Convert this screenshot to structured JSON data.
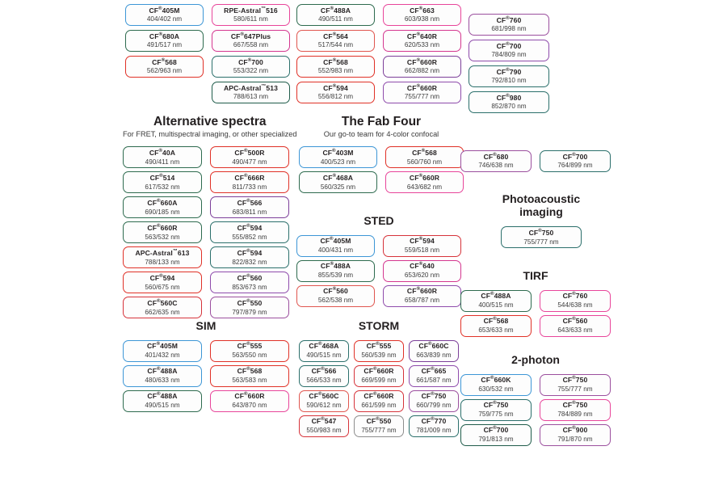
{
  "palette": {
    "blue": "#3d96d6",
    "green": "#2e6b4f",
    "darkgreen": "#1f5c4a",
    "teal": "#2b6f6b",
    "red": "#e03127",
    "crimson": "#d6333a",
    "pink": "#e8459a",
    "magenta": "#d4368f",
    "purple": "#7c3f99",
    "violet": "#8e4bab",
    "plum": "#9b4f9e",
    "salmon": "#e0564f",
    "grey": "#8d8d8d"
  },
  "groups": [
    {
      "id": "top-left",
      "title": "",
      "subtitle": "",
      "columns": [
        {
          "chips": [
            {
              "name": "CF",
              "sup": "®",
              "suffix": "405M",
              "spectra": "404/402 nm",
              "color": "blue"
            },
            {
              "name": "CF",
              "sup": "®",
              "suffix": "680A",
              "spectra": "491/517 nm",
              "color": "green"
            },
            {
              "name": "CF",
              "sup": "®",
              "suffix": "568",
              "spectra": "562/963 nm",
              "color": "red"
            }
          ]
        },
        {
          "chips": [
            {
              "name": "RPE-Astral",
              "sup": "™",
              "suffix": "516",
              "spectra": "580/611 nm",
              "color": "pink"
            },
            {
              "name": "CF",
              "sup": "®",
              "suffix": "647Plus",
              "spectra": "667/558 nm",
              "color": "magenta"
            },
            {
              "name": "CF",
              "sup": "®",
              "suffix": "700",
              "spectra": "553/322 nm",
              "color": "teal"
            },
            {
              "name": "APC-Astral",
              "sup": "™",
              "suffix": "513",
              "spectra": "788/613 nm",
              "color": "darkgreen"
            }
          ]
        }
      ]
    },
    {
      "id": "top-mid",
      "title": "",
      "subtitle": "",
      "columns": [
        {
          "chips": [
            {
              "name": "CF",
              "sup": "®",
              "suffix": "488A",
              "spectra": "490/511 nm",
              "color": "green"
            },
            {
              "name": "CF",
              "sup": "®",
              "suffix": "564",
              "spectra": "517/544 nm",
              "color": "salmon"
            },
            {
              "name": "CF",
              "sup": "®",
              "suffix": "568",
              "spectra": "552/983 nm",
              "color": "red"
            },
            {
              "name": "CF",
              "sup": "®",
              "suffix": "594",
              "spectra": "556/812 nm",
              "color": "red"
            }
          ]
        },
        {
          "chips": [
            {
              "name": "CF",
              "sup": "®",
              "suffix": "663",
              "spectra": "603/938 nm",
              "color": "pink"
            },
            {
              "name": "CF",
              "sup": "®",
              "suffix": "640R",
              "spectra": "620/533 nm",
              "color": "magenta"
            },
            {
              "name": "CF",
              "sup": "®",
              "suffix": "660R",
              "spectra": "662/882 nm",
              "color": "purple"
            },
            {
              "name": "CF",
              "sup": "®",
              "suffix": "660R",
              "spectra": "755/777 nm",
              "color": "violet"
            }
          ]
        }
      ]
    },
    {
      "id": "top-right",
      "title": "",
      "subtitle": "",
      "columns": [
        {
          "chips": [
            {
              "name": "CF",
              "sup": "®",
              "suffix": "760",
              "spectra": "681/998 nm",
              "color": "plum"
            },
            {
              "name": "CF",
              "sup": "®",
              "suffix": "700",
              "spectra": "784/809 nm",
              "color": "violet"
            },
            {
              "name": "CF",
              "sup": "®",
              "suffix": "790",
              "spectra": "792/810 nm",
              "color": "teal"
            },
            {
              "name": "CF",
              "sup": "®",
              "suffix": "980",
              "spectra": "852/870 nm",
              "color": "teal"
            }
          ]
        }
      ]
    },
    {
      "id": "alternative-spectra",
      "title": "Alternative spectra",
      "subtitle": "For FRET, multispectral imaging, or other specialized",
      "columns": [
        {
          "chips": [
            {
              "name": "CF",
              "sup": "®",
              "suffix": "40A",
              "spectra": "490/411 nm",
              "color": "green"
            },
            {
              "name": "CF",
              "sup": "®",
              "suffix": "514",
              "spectra": "617/532 nm",
              "color": "green"
            },
            {
              "name": "CF",
              "sup": "®",
              "suffix": "660A",
              "spectra": "690/185 nm",
              "color": "green"
            },
            {
              "name": "CF",
              "sup": "®",
              "suffix": "660R",
              "spectra": "563/532 nm",
              "color": "green"
            },
            {
              "name": "APC-Astral",
              "sup": "™",
              "suffix": "613",
              "spectra": "788/133 nm",
              "color": "red"
            },
            {
              "name": "CF",
              "sup": "®",
              "suffix": "594",
              "spectra": "560/675 nm",
              "color": "red"
            },
            {
              "name": "CF",
              "sup": "®",
              "suffix": "560C",
              "spectra": "662/635 nm",
              "color": "crimson"
            }
          ]
        },
        {
          "chips": [
            {
              "name": "CF",
              "sup": "®",
              "suffix": "500R",
              "spectra": "490/477 nm",
              "color": "red"
            },
            {
              "name": "CF",
              "sup": "®",
              "suffix": "666R",
              "spectra": "811/733 nm",
              "color": "red"
            },
            {
              "name": "CF",
              "sup": "®",
              "suffix": "566",
              "spectra": "683/811 nm",
              "color": "purple"
            },
            {
              "name": "CF",
              "sup": "®",
              "suffix": "594",
              "spectra": "555/852 nm",
              "color": "teal"
            },
            {
              "name": "CF",
              "sup": "®",
              "suffix": "594",
              "spectra": "822/832 nm",
              "color": "teal"
            },
            {
              "name": "CF",
              "sup": "®",
              "suffix": "560",
              "spectra": "853/673 nm",
              "color": "violet"
            },
            {
              "name": "CF",
              "sup": "®",
              "suffix": "550",
              "spectra": "797/879 nm",
              "color": "plum"
            }
          ]
        }
      ]
    },
    {
      "id": "fab-four",
      "title": "The Fab Four",
      "subtitle": "Our go-to team for 4-color confocal",
      "columns": [
        {
          "chips": [
            {
              "name": "CF",
              "sup": "®",
              "suffix": "403M",
              "spectra": "400/523 nm",
              "color": "blue"
            },
            {
              "name": "CF",
              "sup": "®",
              "suffix": "468A",
              "spectra": "560/325 nm",
              "color": "green"
            }
          ]
        },
        {
          "chips": [
            {
              "name": "CF",
              "sup": "®",
              "suffix": "568",
              "spectra": "560/760 nm",
              "color": "red"
            },
            {
              "name": "CF",
              "sup": "®",
              "suffix": "660R",
              "spectra": "643/682 nm",
              "color": "pink"
            }
          ]
        }
      ]
    },
    {
      "id": "sted",
      "title": "STED",
      "subtitle": "",
      "columns": [
        {
          "chips": [
            {
              "name": "CF",
              "sup": "®",
              "suffix": "405M",
              "spectra": "400/431 nm",
              "color": "blue"
            },
            {
              "name": "CF",
              "sup": "®",
              "suffix": "488A",
              "spectra": "855/539 nm",
              "color": "green"
            },
            {
              "name": "CF",
              "sup": "®",
              "suffix": "560",
              "spectra": "562/538 nm",
              "color": "salmon"
            }
          ]
        },
        {
          "chips": [
            {
              "name": "CF",
              "sup": "®",
              "suffix": "594",
              "spectra": "559/518 nm",
              "color": "crimson"
            },
            {
              "name": "CF",
              "sup": "®",
              "suffix": "640",
              "spectra": "653/620 nm",
              "color": "magenta"
            },
            {
              "name": "CF",
              "sup": "®",
              "suffix": "660R",
              "spectra": "658/787 nm",
              "color": "violet"
            }
          ]
        }
      ]
    },
    {
      "id": "photoacoustic",
      "title": "Photoacoustic imaging",
      "subtitle": "",
      "columns": [
        {
          "chips": [
            {
              "name": "CF",
              "sup": "®",
              "suffix": "750",
              "spectra": "755/777 nm",
              "color": "teal"
            }
          ]
        }
      ]
    },
    {
      "id": "pa-top-row",
      "title": "",
      "subtitle": "",
      "columns": [
        {
          "chips": [
            {
              "name": "CF",
              "sup": "®",
              "suffix": "680",
              "spectra": "746/638 nm",
              "color": "plum"
            }
          ]
        },
        {
          "chips": [
            {
              "name": "CF",
              "sup": "®",
              "suffix": "700",
              "spectra": "764/899 nm",
              "color": "teal"
            }
          ]
        }
      ]
    },
    {
      "id": "tirf",
      "title": "TIRF",
      "subtitle": "",
      "columns": [
        {
          "chips": [
            {
              "name": "CF",
              "sup": "®",
              "suffix": "488A",
              "spectra": "400/515 nm",
              "color": "green"
            },
            {
              "name": "CF",
              "sup": "®",
              "suffix": "568",
              "spectra": "653/633 nm",
              "color": "red"
            }
          ]
        },
        {
          "chips": [
            {
              "name": "CF",
              "sup": "®",
              "suffix": "760",
              "spectra": "544/638 nm",
              "color": "pink"
            },
            {
              "name": "CF",
              "sup": "®",
              "suffix": "560",
              "spectra": "643/633 nm",
              "color": "pink"
            }
          ]
        }
      ]
    },
    {
      "id": "sim",
      "title": "SIM",
      "subtitle": "",
      "columns": [
        {
          "chips": [
            {
              "name": "CF",
              "sup": "®",
              "suffix": "405M",
              "spectra": "401/432 nm",
              "color": "blue"
            },
            {
              "name": "CF",
              "sup": "®",
              "suffix": "488A",
              "spectra": "480/633 nm",
              "color": "blue"
            },
            {
              "name": "CF",
              "sup": "®",
              "suffix": "488A",
              "spectra": "490/515 nm",
              "color": "green"
            }
          ]
        },
        {
          "chips": [
            {
              "name": "CF",
              "sup": "®",
              "suffix": "555",
              "spectra": "563/550 nm",
              "color": "red"
            },
            {
              "name": "CF",
              "sup": "®",
              "suffix": "568",
              "spectra": "563/583 nm",
              "color": "red"
            },
            {
              "name": "CF",
              "sup": "®",
              "suffix": "660R",
              "spectra": "643/870 nm",
              "color": "pink"
            }
          ]
        }
      ]
    },
    {
      "id": "storm",
      "title": "STORM",
      "subtitle": "",
      "columns": [
        {
          "chips": [
            {
              "name": "CF",
              "sup": "®",
              "suffix": "468A",
              "spectra": "490/515 nm",
              "color": "teal"
            },
            {
              "name": "CF",
              "sup": "®",
              "suffix": "566",
              "spectra": "566/533 nm",
              "color": "teal"
            },
            {
              "name": "CF",
              "sup": "®",
              "suffix": "560C",
              "spectra": "590/612 nm",
              "color": "salmon"
            },
            {
              "name": "CF",
              "sup": "®",
              "suffix": "547",
              "spectra": "550/983 nm",
              "color": "crimson"
            }
          ]
        },
        {
          "chips": [
            {
              "name": "CF",
              "sup": "®",
              "suffix": "555",
              "spectra": "560/539 nm",
              "color": "red"
            },
            {
              "name": "CF",
              "sup": "®",
              "suffix": "660R",
              "spectra": "669/599 nm",
              "color": "crimson"
            },
            {
              "name": "CF",
              "sup": "®",
              "suffix": "660R",
              "spectra": "661/599 nm",
              "color": "crimson"
            },
            {
              "name": "CF",
              "sup": "®",
              "suffix": "550",
              "spectra": "755/777 nm",
              "color": "grey"
            }
          ]
        },
        {
          "chips": [
            {
              "name": "CF",
              "sup": "®",
              "suffix": "660C",
              "spectra": "663/839 nm",
              "color": "purple"
            },
            {
              "name": "CF",
              "sup": "®",
              "suffix": "665",
              "spectra": "661/587 nm",
              "color": "violet"
            },
            {
              "name": "CF",
              "sup": "®",
              "suffix": "750",
              "spectra": "660/799 nm",
              "color": "plum"
            },
            {
              "name": "CF",
              "sup": "®",
              "suffix": "770",
              "spectra": "781/009 nm",
              "color": "teal"
            }
          ]
        }
      ]
    },
    {
      "id": "two-photon",
      "title": "2-photon",
      "subtitle": "",
      "columns": [
        {
          "chips": [
            {
              "name": "CF",
              "sup": "®",
              "suffix": "660K",
              "spectra": "630/532 nm",
              "color": "blue"
            },
            {
              "name": "CF",
              "sup": "®",
              "suffix": "750",
              "spectra": "759/775 nm",
              "color": "teal"
            },
            {
              "name": "CF",
              "sup": "®",
              "suffix": "700",
              "spectra": "791/813 nm",
              "color": "darkgreen"
            }
          ]
        },
        {
          "chips": [
            {
              "name": "CF",
              "sup": "®",
              "suffix": "750",
              "spectra": "755/777 nm",
              "color": "plum"
            },
            {
              "name": "CF",
              "sup": "®",
              "suffix": "750",
              "spectra": "784/889 nm",
              "color": "pink"
            },
            {
              "name": "CF",
              "sup": "®",
              "suffix": "900",
              "spectra": "791/870 nm",
              "color": "plum"
            }
          ]
        }
      ]
    }
  ]
}
